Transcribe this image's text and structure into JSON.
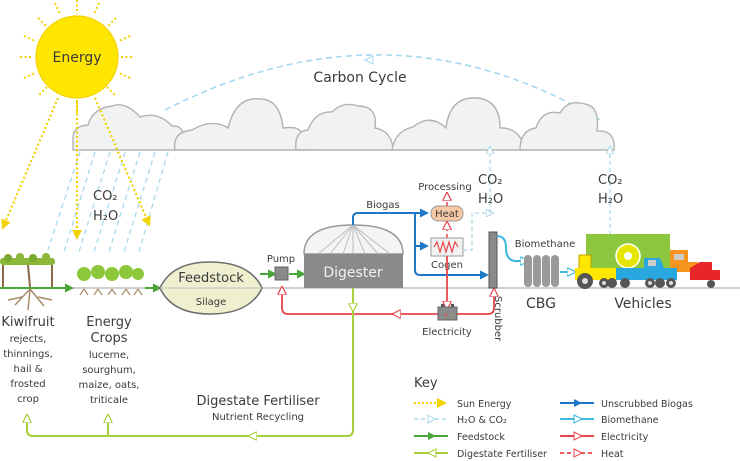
{
  "sun": {
    "label": "Energy"
  },
  "carbon_cycle": {
    "label": "Carbon Cycle"
  },
  "emissions": [
    {
      "line1": "CO₂",
      "line2": "H₂O"
    },
    {
      "line1": "CO₂",
      "line2": "H₂O"
    },
    {
      "line1": "CO₂",
      "line2": "H₂O"
    }
  ],
  "sources": {
    "kiwifruit": {
      "title": "Kiwifruit",
      "lines": [
        "rejects,",
        "thinnings,",
        "hail &",
        "frosted",
        "crop"
      ]
    },
    "energy_crops": {
      "title1": "Energy",
      "title2": "Crops",
      "lines": [
        "lucerne,",
        "sourghum,",
        "maize, oats,",
        "triticale"
      ]
    }
  },
  "feedstock": {
    "label": "Feedstock",
    "sub": "Silage"
  },
  "pump": {
    "label": "Pump"
  },
  "digester": {
    "label": "Digester"
  },
  "biogas": {
    "label": "Biogas"
  },
  "processing": {
    "label": "Processing"
  },
  "heat": {
    "label": "Heat"
  },
  "cogen": {
    "label": "Cogen"
  },
  "electricity": {
    "label": "Electricity"
  },
  "scrubber": {
    "label": "Scrubber"
  },
  "biomethane": {
    "label": "Biomethane"
  },
  "cbg": {
    "label": "CBG"
  },
  "vehicles": {
    "label": "Vehicles"
  },
  "fertiliser": {
    "title": "Digestate Fertiliser",
    "sub": "Nutrient Recycling"
  },
  "key": {
    "title": "Key",
    "items": [
      {
        "label": "Sun Energy",
        "color": "#f2d200",
        "style": "dotted"
      },
      {
        "label": "H₂O & CO₂",
        "color": "#a8d8ee",
        "style": "dashed"
      },
      {
        "label": "Feedstock",
        "color": "#4aa53a",
        "style": "solid"
      },
      {
        "label": "Digestate Fertiliser",
        "color": "#a8cf3a",
        "style": "solid-reverse"
      },
      {
        "label": "Unscrubbed Biogas",
        "color": "#1e78c8",
        "style": "solid"
      },
      {
        "label": "Biomethane",
        "color": "#3ab8de",
        "style": "solid"
      },
      {
        "label": "Electricity",
        "color": "#e8444a",
        "style": "solid"
      },
      {
        "label": "Heat",
        "color": "#e8444a",
        "style": "dashed"
      }
    ]
  },
  "colors": {
    "sun": "#ffe600",
    "sun_ray": "#f2d200",
    "water": "#a8d8ee",
    "feedstock": "#4aa53a",
    "fertiliser": "#a8cf3a",
    "biogas": "#1e78c8",
    "biomethane": "#3ab8de",
    "electricity": "#e8444a",
    "machine": "#8a8a8a",
    "cloud": "#f1f2f2"
  }
}
